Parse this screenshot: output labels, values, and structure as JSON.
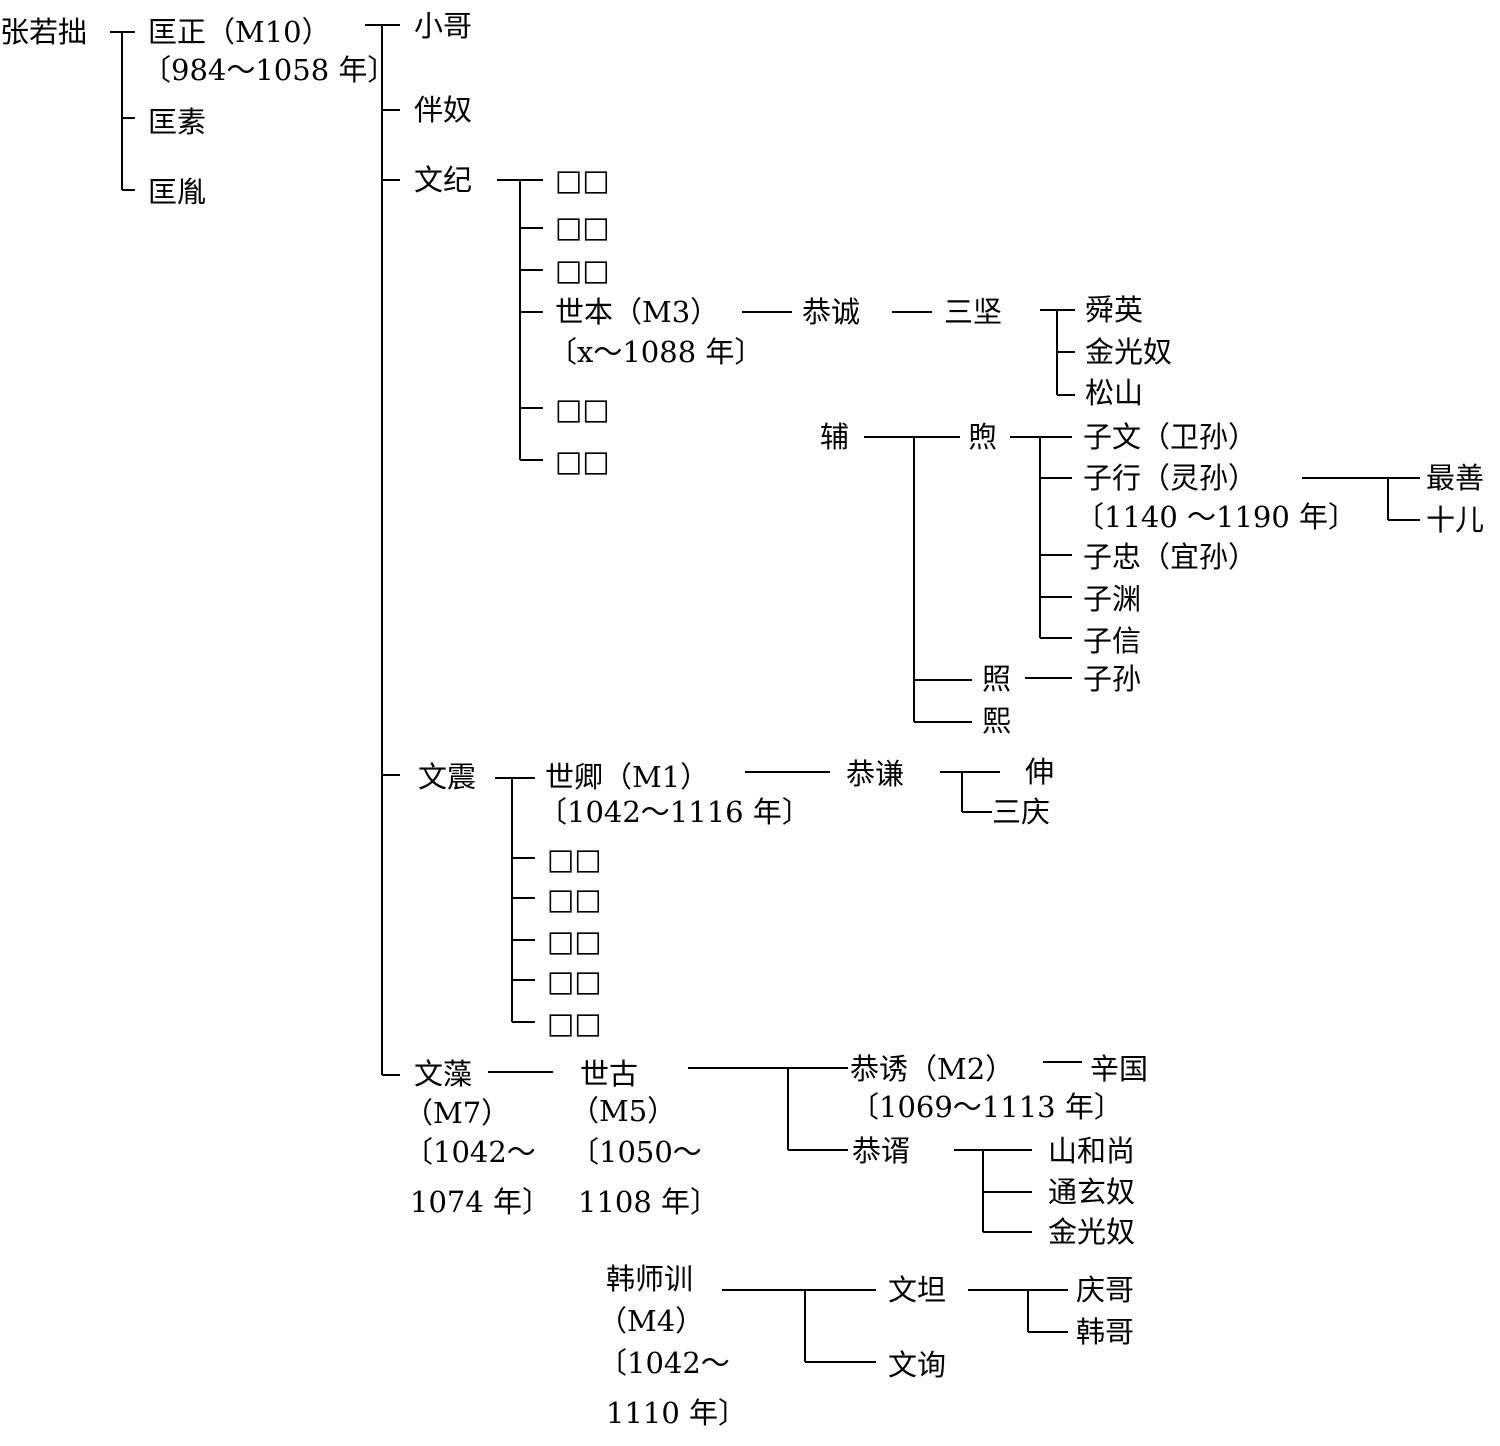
{
  "colors": {
    "line": "#000000",
    "text": "#000000",
    "background": "#ffffff"
  },
  "tree": {
    "root": "张若拙",
    "gen1": {
      "kuangzheng": "匡正（M10）",
      "kuangzheng_years": "〔984～1058 年〕",
      "kuangsu": "匡素",
      "kuanghu": "匡胤"
    },
    "gen2": {
      "xiaoge": "小哥",
      "bannu": "伴奴",
      "wenji": "文纪",
      "wenzhen": "文震",
      "wenzao": "文藻",
      "wenzao_m": "（M7）",
      "wenzao_years_1": "〔1042～",
      "wenzao_years_2": "1074 年〕"
    },
    "wenji_children": {
      "blank": "□□",
      "shiben": "世本（M3）",
      "shiben_years": "〔x～1088 年〕"
    },
    "shiben_line": {
      "gongcheng": "恭诚",
      "sanjian": "三坚",
      "shunying": "舜英",
      "jinguangnu": "金光奴",
      "songshan": "松山"
    },
    "fu_line": {
      "fu": "辅",
      "xu": "煦",
      "zhao": "照",
      "xi": "熙",
      "ziwen": "子文（卫孙）",
      "zixing": "子行（灵孙）",
      "zixing_years": "〔1140 ～1190 年〕",
      "zizhong": "子忠（宜孙）",
      "ziyuan": "子渊",
      "zixin": "子信",
      "zisun": "子孙",
      "zuishan": "最善",
      "shier": "十儿"
    },
    "wenzhen_children": {
      "shiqing": "世卿（M1）",
      "shiqing_years": "〔1042～1116 年〕",
      "gongqian": "恭谦",
      "shen": "伸",
      "sanqing": "三庆",
      "blank": "□□"
    },
    "wenzao_children": {
      "shigu": "世古",
      "shigu_m": "（M5）",
      "shigu_years_1": "〔1050～",
      "shigu_years_2": "1108 年〕",
      "gongyou": "恭诱（M2）",
      "gongyou_years": "〔1069～1113 年〕",
      "xinguo": "辛国",
      "gongxu": "恭谞",
      "shanheshang": "山和尚",
      "tongxuannu": "通玄奴",
      "jinguangnu": "金光奴"
    },
    "han": {
      "hanshixun": "韩师训",
      "m4": "（M4）",
      "years_1": "〔1042～",
      "years_2": "1110 年〕",
      "wentan": "文坦",
      "wenxun": "文询",
      "qingge": "庆哥",
      "hange": "韩哥"
    }
  }
}
